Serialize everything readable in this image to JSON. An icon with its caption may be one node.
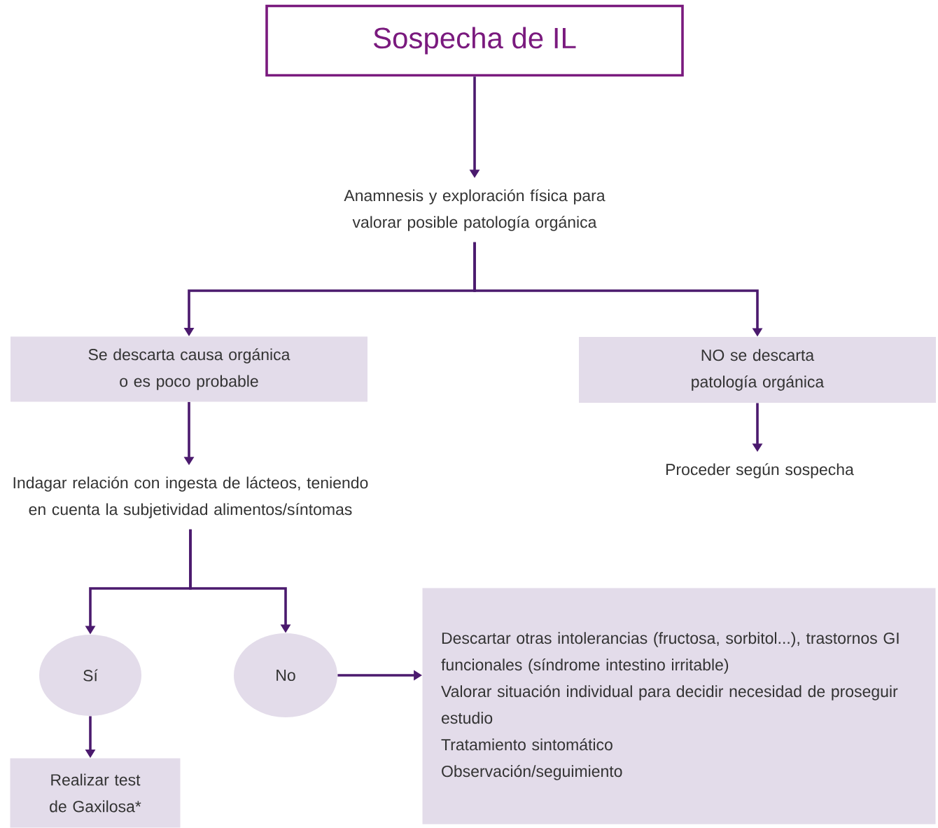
{
  "diagram": {
    "nodes": [
      {
        "text": [
          "Sospecha de IL"
        ]
      },
      {
        "text": [
          "Anamnesis y exploración física para valorar posible patología orgánica"
        ]
      },
      {
        "text": [
          "Se descarta causa orgánica o es poco probable"
        ]
      },
      {
        "text": [
          "NO se descarta patología orgánica"
        ]
      },
      {
        "text": [
          "Indagar relación con ingesta de lácteos, teniendo en cuenta la subjetividad alimentos/síntomas"
        ]
      },
      {
        "text": [
          "Proceder según sospecha"
        ]
      },
      {
        "text": [
          "Sí"
        ]
      },
      {
        "text": [
          "No"
        ]
      },
      {
        "text": [
          "Realizar test de Gaxilosa*"
        ]
      },
      {
        "text": [
          "Descartar otras intolerancias (fructosa, sorbitol...), trastornos GI funcionales (síndrome intestino irritable)",
          "Valorar situación individual para decidir necesidad de proseguir estudio",
          "Tratamiento sintomático",
          "Observación/seguimiento"
        ]
      }
    ],
    "edges": [
      {
        "from": 0,
        "to": 1,
        "arrow": "to"
      },
      {
        "from": 1,
        "to": 2,
        "arrow": "to"
      },
      {
        "from": 1,
        "to": 3,
        "arrow": "to"
      },
      {
        "from": 2,
        "to": 4,
        "arrow": "to"
      },
      {
        "from": 3,
        "to": 5,
        "arrow": "to"
      },
      {
        "from": 4,
        "to": 6,
        "arrow": "to"
      },
      {
        "from": 4,
        "to": 7,
        "arrow": "to"
      },
      {
        "from": 6,
        "to": 8,
        "arrow": "to"
      },
      {
        "from": 7,
        "to": 9,
        "arrow": "to"
      }
    ]
  }
}
